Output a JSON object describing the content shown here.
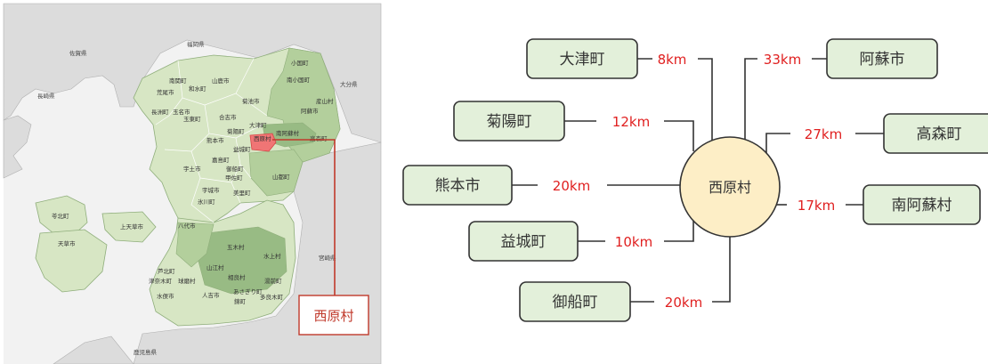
{
  "colors": {
    "sea": "#f2f2f2",
    "land_other": "#dcdcdc",
    "kumamoto_base": "#d7e6c4",
    "kumamoto_dark": "#98bb84",
    "kumamoto_mid": "#b3cf9c",
    "highlight": "#f07575",
    "node_fill": "#e3f0da",
    "node_stroke": "#333333",
    "center_fill": "#fdeec6",
    "accent_red": "#e02020",
    "callout_red": "#c0392b"
  },
  "map": {
    "prefecture_labels": [
      "福岡県",
      "佐賀県",
      "長崎県",
      "大分県",
      "宮崎県",
      "鹿児島県"
    ],
    "municipalities": [
      "小国町",
      "南小国町",
      "産山村",
      "阿蘇市",
      "山鹿市",
      "南関町",
      "和水町",
      "荒尾市",
      "菊池市",
      "長洲町",
      "玉名市",
      "玉東町",
      "合志市",
      "大津町",
      "菊陽町",
      "南阿蘇村",
      "熊本市",
      "西原村",
      "高森町",
      "益城町",
      "嘉島町",
      "宇土市",
      "御船町",
      "甲佐町",
      "山都町",
      "宇城市",
      "美里町",
      "氷川町",
      "八代市",
      "上天草市",
      "苓北町",
      "天草市",
      "五木村",
      "水上村",
      "山江村",
      "相良村",
      "芦北町",
      "球磨村",
      "湯前町",
      "津奈木町",
      "水俣市",
      "人吉市",
      "あさぎり町",
      "錦町",
      "多良木町"
    ],
    "callout_label": "西原村"
  },
  "diagram": {
    "center": "西原村",
    "nodes": [
      {
        "name": "大津町",
        "distance": "8km"
      },
      {
        "name": "阿蘇市",
        "distance": "33km"
      },
      {
        "name": "菊陽町",
        "distance": "12km"
      },
      {
        "name": "高森町",
        "distance": "27km"
      },
      {
        "name": "熊本市",
        "distance": "20km"
      },
      {
        "name": "南阿蘇村",
        "distance": "17km"
      },
      {
        "name": "益城町",
        "distance": "10km"
      },
      {
        "name": "御船町",
        "distance": "20km"
      }
    ]
  }
}
